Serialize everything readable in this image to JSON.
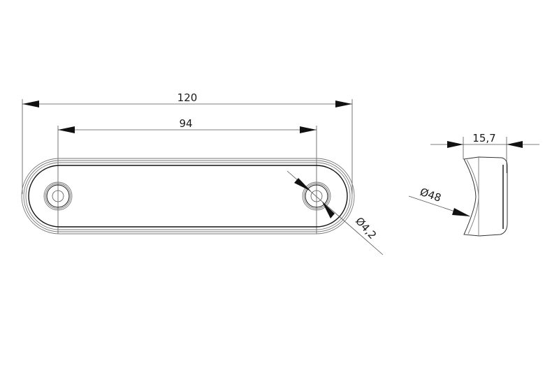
{
  "drawing": {
    "top_view": {
      "overall_length_label": "120",
      "hole_spacing_label": "94",
      "hole_diameter_label": "Ø4,2"
    },
    "side_view": {
      "depth_label": "15,7",
      "curve_diameter_label": "Ø48"
    },
    "colors": {
      "line": "#111111",
      "background": "#ffffff"
    }
  }
}
